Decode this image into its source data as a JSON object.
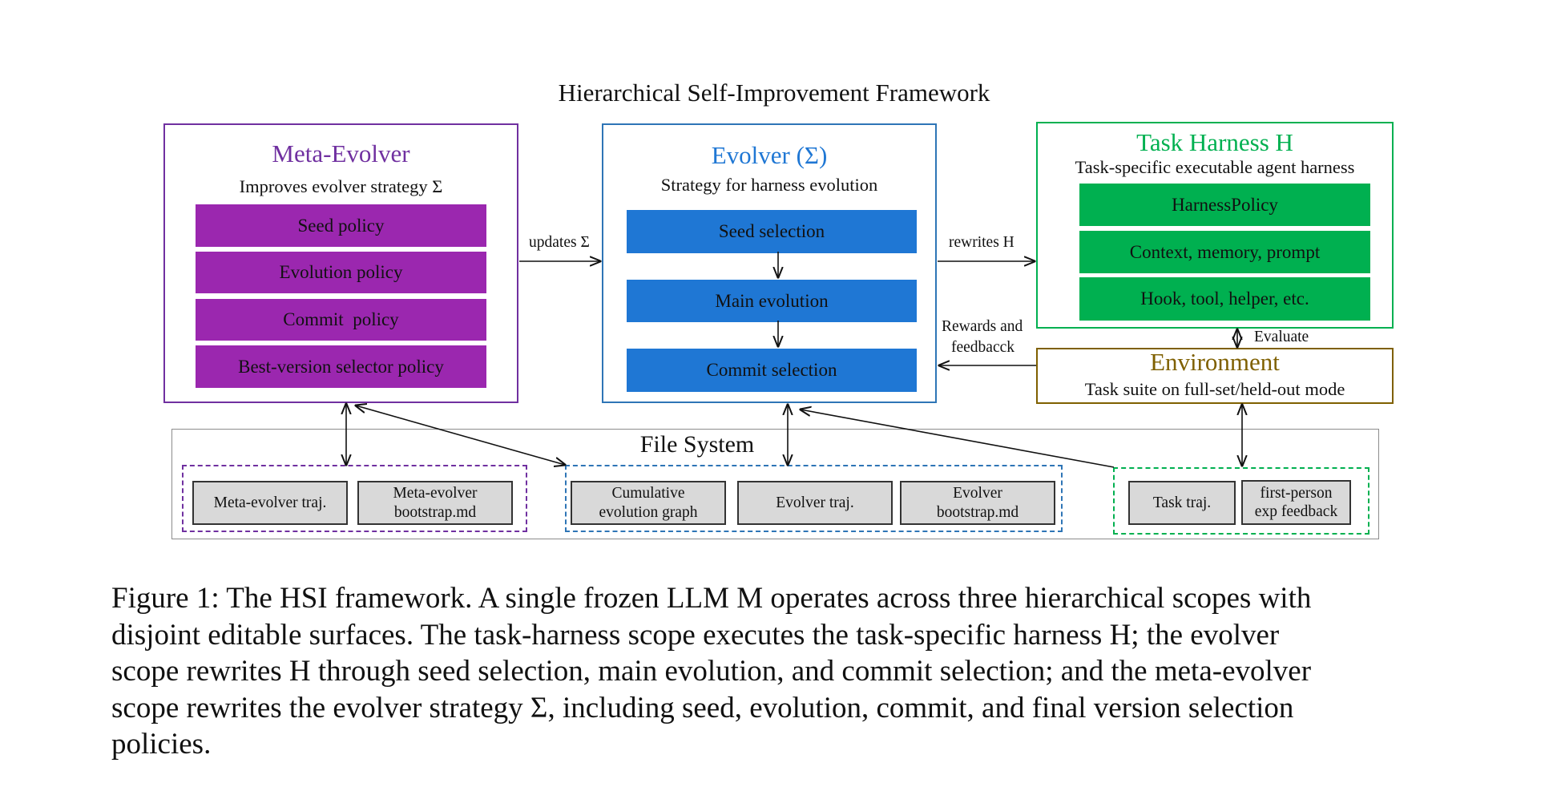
{
  "figure": {
    "title": "Hierarchical Self-Improvement Framework",
    "meta_evolver": {
      "title": "Meta-Evolver",
      "subtitle": "Improves evolver strategy Σ",
      "items": [
        "Seed policy",
        "Evolution policy",
        "Commit  policy",
        "Best-version selector policy"
      ]
    },
    "evolver": {
      "title": "Evolver (Σ)",
      "subtitle": "Strategy for harness evolution",
      "items": [
        "Seed selection",
        "Main evolution",
        "Commit selection"
      ]
    },
    "task_harness": {
      "title": "Task Harness H",
      "subtitle": "Task-specific executable agent harness",
      "items": [
        "HarnessPolicy",
        "Context, memory, prompt",
        "Hook, tool, helper, etc."
      ]
    },
    "environment": {
      "title": "Environment",
      "subtitle": "Task suite on full-set/held-out mode"
    },
    "file_system": {
      "title": "File System",
      "meta_group": [
        "Meta-evolver traj.",
        "Meta-evolver bootstrap.md"
      ],
      "evolver_group": [
        "Cumulative evolution graph",
        "Evolver traj.",
        "Evolver bootstrap.md"
      ],
      "task_group": [
        "Task traj.",
        "first-person exp feedback"
      ]
    },
    "edge_labels": {
      "updates": "updates Σ",
      "rewrites": "rewrites H",
      "rewards_line1": "Rewards and",
      "rewards_line2": "feedbacck",
      "evaluate": "Evaluate"
    },
    "colors": {
      "meta": "#7030a0",
      "meta_fill": "#9b27af",
      "evolver": "#2e75b6",
      "evolver_fill": "#1f77d4",
      "harness": "#00b050",
      "environment": "#7f6000"
    }
  },
  "caption": {
    "line1": "Figure 1: The HSI framework. A single frozen LLM M operates across three hierarchical scopes with",
    "line2": "disjoint editable surfaces. The task-harness scope executes the task-specific harness H; the evolver",
    "line3": "scope rewrites H through seed selection, main evolution, and commit selection; and the meta-evolver",
    "line4": "scope rewrites the evolver strategy Σ, including seed, evolution, commit, and final version selection",
    "line5": "policies."
  }
}
